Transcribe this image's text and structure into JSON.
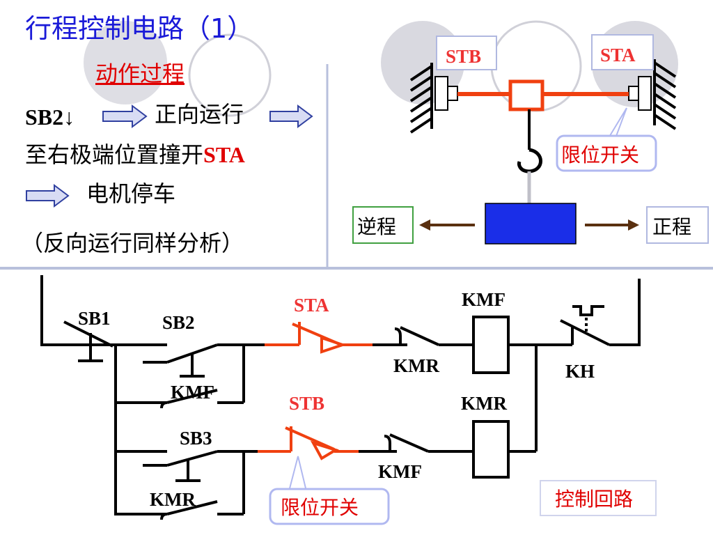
{
  "slide": {
    "title": "行程控制电路（1）",
    "subtitle": "动作过程",
    "line1_sb": "SB2↓",
    "line1_text": "正向运行",
    "line2_text": "至右极端位置撞开",
    "line2_sta": "STA",
    "line3_text": "电机停车",
    "line4_text": "（反向运行同样分析）"
  },
  "mechanism": {
    "stb": "STB",
    "sta": "STA",
    "limit_switch": "限位开关",
    "reverse": "逆程",
    "forward": "正程"
  },
  "circuit": {
    "sb1": "SB1",
    "sb2": "SB2",
    "sb3": "SB3",
    "kmf_contact_top": "KMF",
    "kmr_contact_bottom": "KMR",
    "sta": "STA",
    "stb": "STB",
    "kmr_interlock": "KMR",
    "kmf_interlock": "KMF",
    "kmf_coil": "KMF",
    "kmr_coil": "KMR",
    "kh": "KH",
    "limit_switch": "限位开关",
    "control_loop": "控制回路"
  },
  "colors": {
    "title": "#1a1ad8",
    "accent_red": "#e00000",
    "limit_orange": "#f04010",
    "carriage_blue": "#1a2ee8",
    "arrow_brown": "#5a3010",
    "divider": "#b8c0dc",
    "arrow_fill": "#d8dcf4"
  }
}
